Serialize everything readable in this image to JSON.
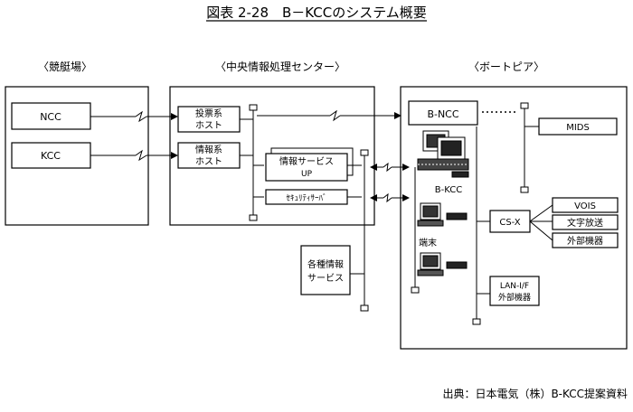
{
  "title": "図表 2-28　B－KCCのシステム概要",
  "sections": {
    "left": "〈競艇場〉",
    "center": "〈中央情報処理センター〉",
    "right": "〈ボートピア〉"
  },
  "venue": {
    "ncc": "NCC",
    "kcc": "KCC"
  },
  "center": {
    "voting_host_1": "投票系",
    "voting_host_2": "ホスト",
    "info_host_1": "情報系",
    "info_host_2": "ホスト",
    "info_service_1": "情報サービス",
    "info_service_2": "UP",
    "security_server": "ｾｷｭﾘﾃｨｻｰﾊﾞ",
    "various_info_1": "各種情報",
    "various_info_2": "サービス"
  },
  "boatpia": {
    "bncc": "B-NCC",
    "mids": "MIDS",
    "bkcc": "B-KCC",
    "terminal": "端末",
    "csx": "CS-X",
    "vois": "VOIS",
    "text_broadcast": "文字放送",
    "external_1": "外部機器",
    "lan_if_1": "LAN-I/F",
    "lan_if_2": "外部機器"
  },
  "source": "出典：日本電気（株）B-KCC提案資料"
}
